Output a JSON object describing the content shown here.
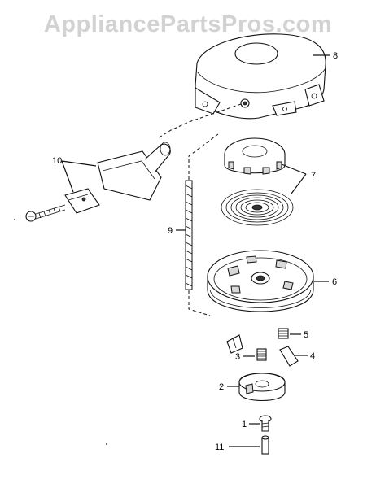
{
  "watermark": "AppliancePartsPros.com",
  "callouts": {
    "part_8": "8",
    "part_7": "7",
    "part_10": "10",
    "part_9": "9",
    "part_6": "6",
    "part_5": "5",
    "part_4": "4",
    "part_3": "3",
    "part_2": "2",
    "part_1": "1",
    "part_11": "11"
  }
}
